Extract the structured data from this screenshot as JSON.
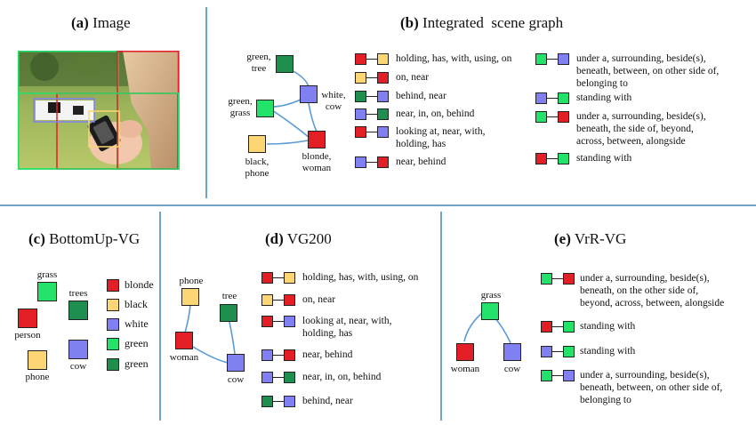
{
  "colors": {
    "red": "#e31e24",
    "yellow": "#fcd675",
    "blue": "#8080f2",
    "green_bright": "#22e26a",
    "green_dark": "#1e8f4e",
    "divider": "#6fa3c9",
    "edge": "#5b9bd5"
  },
  "panels": {
    "a": {
      "tag": "(a)",
      "name": "Image"
    },
    "b": {
      "tag": "(b)",
      "name": "Integrated  scene graph"
    },
    "c": {
      "tag": "(c)",
      "name": "BottomUp-VG"
    },
    "d": {
      "tag": "(d)",
      "name": "VG200"
    },
    "e": {
      "tag": "(e)",
      "name": "VrR-VG"
    }
  },
  "graph_b": {
    "nodes": {
      "tree": [
        "green,",
        "tree"
      ],
      "grass": [
        "green,",
        "grass"
      ],
      "cow": [
        "white,",
        "cow"
      ],
      "phone": [
        "black,",
        "phone"
      ],
      "woman": [
        "blonde,",
        "woman"
      ]
    },
    "relations_left": [
      {
        "from": "red",
        "to": "yellow",
        "lines": [
          "holding, has, with, using, on"
        ]
      },
      {
        "from": "yellow",
        "to": "red",
        "lines": [
          "on, near"
        ]
      },
      {
        "from": "green_dark",
        "to": "blue",
        "lines": [
          "behind, near"
        ]
      },
      {
        "from": "blue",
        "to": "green_dark",
        "lines": [
          "near, in, on, behind"
        ]
      },
      {
        "from": "red",
        "to": "blue",
        "lines": [
          "looking at, near, with,",
          "holding, has"
        ]
      },
      {
        "from": "blue",
        "to": "red",
        "lines": [
          "near, behind"
        ]
      }
    ],
    "relations_right": [
      {
        "from": "green_bright",
        "to": "blue",
        "lines": [
          "under a, surrounding, beside(s),",
          "beneath, between, on other side of,",
          "belonging to"
        ]
      },
      {
        "from": "blue",
        "to": "green_bright",
        "lines": [
          "standing with"
        ]
      },
      {
        "from": "green_bright",
        "to": "red",
        "lines": [
          "under a, surrounding, beside(s),",
          "beneath, the side of, beyond,",
          "across, between, alongside"
        ]
      },
      {
        "from": "red",
        "to": "green_bright",
        "lines": [
          "standing with"
        ]
      }
    ]
  },
  "graph_c": {
    "nodes": {
      "grass": "grass",
      "trees": "trees",
      "person": "person",
      "phone": "phone",
      "cow": "cow"
    },
    "legend": [
      {
        "color": "red",
        "label": "blonde"
      },
      {
        "color": "yellow",
        "label": "black"
      },
      {
        "color": "blue",
        "label": "white"
      },
      {
        "color": "green_bright",
        "label": "green"
      },
      {
        "color": "green_dark",
        "label": "green"
      }
    ]
  },
  "graph_d": {
    "nodes": {
      "phone": "phone",
      "tree": "tree",
      "woman": "woman",
      "cow": "cow"
    },
    "relations": [
      {
        "from": "red",
        "to": "yellow",
        "lines": [
          "holding, has, with, using, on"
        ]
      },
      {
        "from": "yellow",
        "to": "red",
        "lines": [
          "on, near"
        ]
      },
      {
        "from": "red",
        "to": "blue",
        "lines": [
          "looking at, near, with,",
          "holding, has"
        ]
      },
      {
        "from": "blue",
        "to": "red",
        "lines": [
          "near, behind"
        ]
      },
      {
        "from": "blue",
        "to": "green_dark",
        "lines": [
          "near, in, on, behind"
        ]
      },
      {
        "from": "green_dark",
        "to": "blue",
        "lines": [
          "behind, near"
        ]
      }
    ]
  },
  "graph_e": {
    "nodes": {
      "grass": "grass",
      "woman": "woman",
      "cow": "cow"
    },
    "relations": [
      {
        "from": "green_bright",
        "to": "red",
        "lines": [
          "under a, surrounding, beside(s),",
          "beneath, on the other side of,",
          "beyond, across, between, alongside"
        ]
      },
      {
        "from": "red",
        "to": "green_bright",
        "lines": [
          "standing with"
        ]
      },
      {
        "from": "blue",
        "to": "green_bright",
        "lines": [
          "standing with"
        ]
      },
      {
        "from": "green_bright",
        "to": "blue",
        "lines": [
          "under a, surrounding, beside(s),",
          "beneath, between, on other side of,",
          "belonging to"
        ]
      }
    ]
  }
}
